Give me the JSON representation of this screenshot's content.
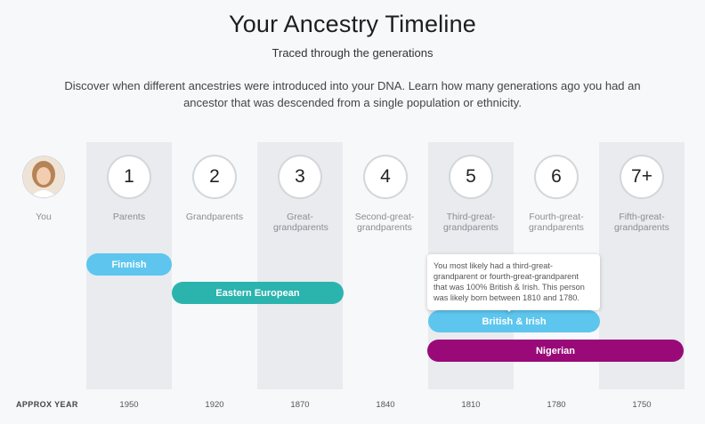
{
  "header": {
    "title": "Your Ancestry Timeline",
    "subtitle": "Traced through the generations",
    "description": "Discover when different ancestries were introduced into your DNA. Learn how many generations ago you had an ancestor that was descended from a single population or ethnicity."
  },
  "you": {
    "label": "You",
    "icon": "user-avatar"
  },
  "generations": [
    {
      "number": "1",
      "label": "Parents",
      "year": "1950"
    },
    {
      "number": "2",
      "label": "Grandparents",
      "year": "1920"
    },
    {
      "number": "3",
      "label": "Great-grandparents",
      "year": "1870"
    },
    {
      "number": "4",
      "label": "Second-great-grandparents",
      "year": "1840"
    },
    {
      "number": "5",
      "label": "Third-great-grandparents",
      "year": "1810"
    },
    {
      "number": "6",
      "label": "Fourth-great-grandparents",
      "year": "1780"
    },
    {
      "number": "7+",
      "label": "Fifth-great-grandparents",
      "year": "1750"
    }
  ],
  "ancestries": [
    {
      "name": "Finnish",
      "color": "#5ec6ee"
    },
    {
      "name": "Eastern European",
      "color": "#2bb3ae"
    },
    {
      "name": "British & Irish",
      "color": "#5ec6ee"
    },
    {
      "name": "Nigerian",
      "color": "#990a78"
    }
  ],
  "tooltip": {
    "text": "You most likely had a third-great-grandparent or fourth-great-grandparent that was 100% British & Irish. This person was likely born between 1810 and 1780."
  },
  "timeline": {
    "approx_year_label": "APPROX YEAR"
  }
}
